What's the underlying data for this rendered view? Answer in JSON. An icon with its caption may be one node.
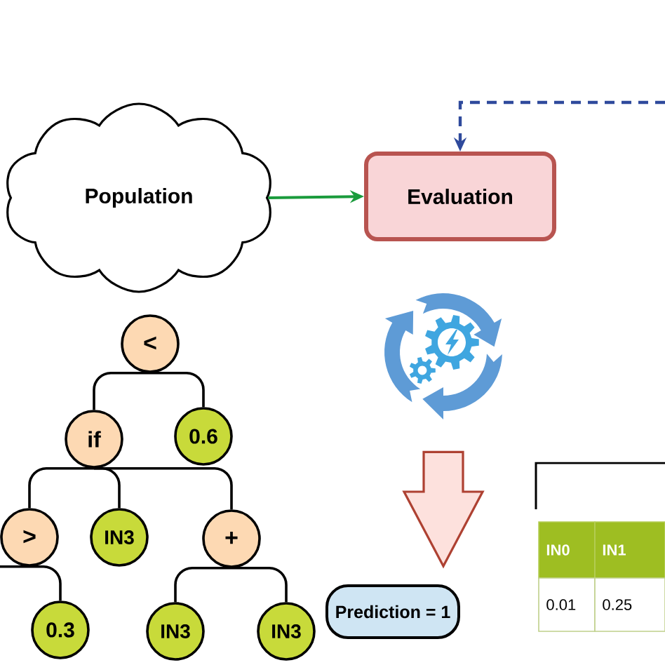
{
  "diagram": {
    "nodes": [
      {
        "text": [
          "Population"
        ]
      },
      {
        "text": [
          "Evaluation"
        ]
      },
      {
        "text": [],
        "shape": "picture"
      },
      {
        "text": [
          "<"
        ]
      },
      {
        "text": [
          "if"
        ]
      },
      {
        "text": [
          "0.6"
        ]
      },
      {
        "text": [
          ">"
        ]
      },
      {
        "text": [
          "IN3"
        ]
      },
      {
        "text": [
          "+"
        ]
      },
      {
        "text": [
          "0.3"
        ]
      },
      {
        "text": [
          "IN3"
        ]
      },
      {
        "text": [
          "IN3"
        ]
      },
      {
        "text": [
          "Prediction = 1"
        ]
      }
    ],
    "edges": [
      {
        "from": 0,
        "to": 1,
        "arrow": "to",
        "color": "#1a9b3c"
      },
      {
        "from": null,
        "to": 1,
        "arrow": "to",
        "style": "dashed",
        "color": "#2f4a9c"
      },
      {
        "from": 2,
        "to": 12,
        "arrow": "to",
        "color": "#ae4132"
      },
      {
        "from": 3,
        "to": 4,
        "arrow": "none"
      },
      {
        "from": 3,
        "to": 5,
        "arrow": "none"
      },
      {
        "from": 4,
        "to": 6,
        "arrow": "none"
      },
      {
        "from": 4,
        "to": 7,
        "arrow": "none"
      },
      {
        "from": 4,
        "to": 8,
        "arrow": "none"
      },
      {
        "from": 6,
        "to": null,
        "arrow": "none"
      },
      {
        "from": 6,
        "to": 9,
        "arrow": "none"
      },
      {
        "from": 8,
        "to": 10,
        "arrow": "none"
      },
      {
        "from": 8,
        "to": 11,
        "arrow": "none"
      }
    ],
    "labels": [
      "IN0",
      "IN1",
      "0.01",
      "0.25"
    ]
  }
}
